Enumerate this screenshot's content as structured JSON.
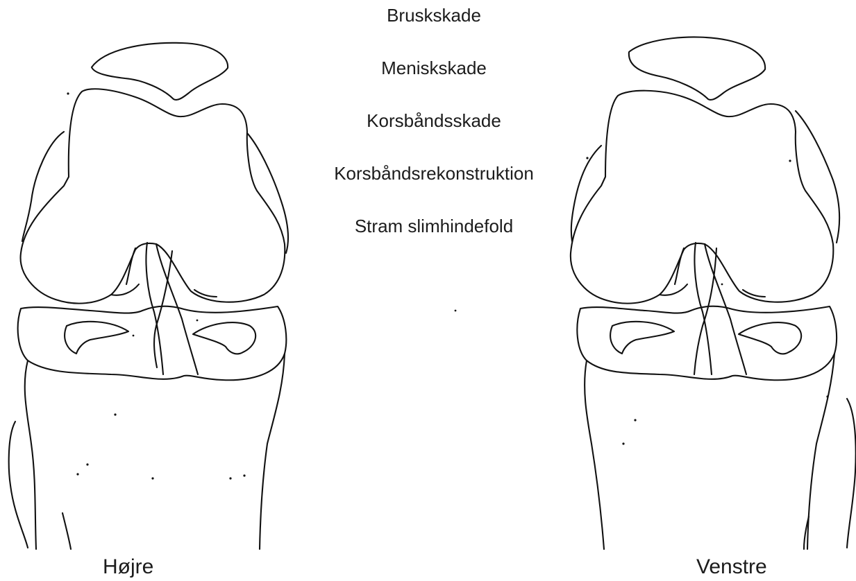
{
  "options": [
    {
      "label": "Bruskskade"
    },
    {
      "label": "Meniskskade"
    },
    {
      "label": "Korsbåndsskade"
    },
    {
      "label": "Korsbåndsrekonstruktion"
    },
    {
      "label": "Stram slimhindefold"
    }
  ],
  "knees": {
    "right_label": "Højre",
    "left_label": "Venstre"
  },
  "icons": {
    "knee_drawing": "knee-joint-anterior-line-drawing"
  },
  "colors": {
    "line": "#111111",
    "text": "#1c1c1c",
    "background": "#ffffff"
  }
}
